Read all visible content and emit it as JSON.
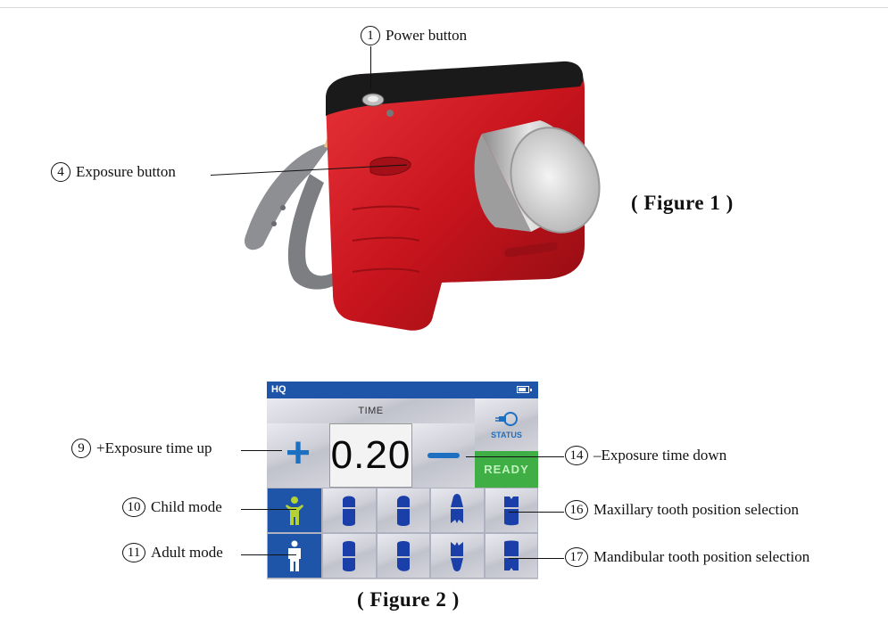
{
  "figure1": {
    "caption": "( Figure 1 )",
    "callouts": {
      "power": {
        "num": "1",
        "label": "Power button"
      },
      "exposure": {
        "num": "4",
        "label": "Exposure button"
      }
    }
  },
  "figure2": {
    "caption": "( Figure 2 )",
    "callouts": {
      "time_up": {
        "num": "9",
        "label": "+Exposure time up"
      },
      "child": {
        "num": "10",
        "label": "Child mode"
      },
      "adult": {
        "num": "11",
        "label": "Adult mode"
      },
      "time_down": {
        "num": "14",
        "label": "–Exposure time down"
      },
      "maxillary": {
        "num": "16",
        "label": "Maxillary tooth position  selection"
      },
      "mandibular": {
        "num": "17",
        "label": "Mandibular tooth position selection"
      }
    },
    "screen": {
      "status_bar_label": "HQ",
      "time_label": "TIME",
      "exposure_value": "0.20",
      "status_label": "STATUS",
      "ready_label": "READY",
      "selected_mode": "child",
      "colors": {
        "status_bar": "#1f55a8",
        "button_blue": "#1d6fc2",
        "ready_green": "#3fae45",
        "child_icon": "#b4d235"
      }
    }
  },
  "colors": {
    "device_red": "#d01a23",
    "device_black": "#1a1a1a",
    "strap_gray": "#8d8f93"
  }
}
